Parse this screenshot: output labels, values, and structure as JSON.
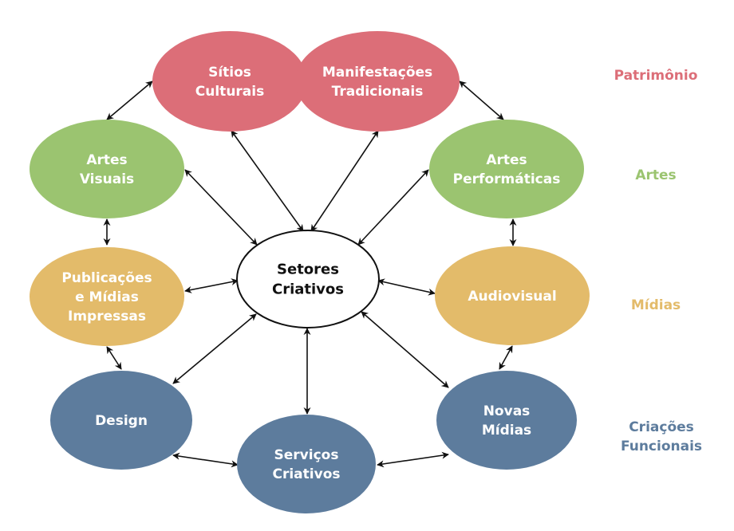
{
  "colors": {
    "patrimonio": "#dc6e78",
    "artes": "#9bc470",
    "midias": "#e3bb6a",
    "criacoes": "#5d7c9d",
    "center_stroke": "#111111",
    "text_light": "#ffffff",
    "text_dark": "#111111"
  },
  "center": {
    "id": "setores",
    "lines": [
      "Setores",
      "Criativos"
    ]
  },
  "nodes": [
    {
      "id": "sitios",
      "category": "patrimonio",
      "lines": [
        "Sítios",
        "Culturais"
      ]
    },
    {
      "id": "manifestacoes",
      "category": "patrimonio",
      "lines": [
        "Manifestações",
        "Tradicionais"
      ]
    },
    {
      "id": "artes-visuais",
      "category": "artes",
      "lines": [
        "Artes",
        "Visuais"
      ]
    },
    {
      "id": "artes-performaticas",
      "category": "artes",
      "lines": [
        "Artes",
        "Performáticas"
      ]
    },
    {
      "id": "publicacoes",
      "category": "midias",
      "lines": [
        "Publicações",
        "e Mídias",
        "Impressas"
      ]
    },
    {
      "id": "audiovisual",
      "category": "midias",
      "lines": [
        "Audiovisual"
      ]
    },
    {
      "id": "design",
      "category": "criacoes",
      "lines": [
        "Design"
      ]
    },
    {
      "id": "servicos",
      "category": "criacoes",
      "lines": [
        "Serviços",
        "Criativos"
      ]
    },
    {
      "id": "novas-midias",
      "category": "criacoes",
      "lines": [
        "Novas",
        "Mídias"
      ]
    }
  ],
  "categories": [
    {
      "id": "patrimonio",
      "lines": [
        "Patrimônio"
      ]
    },
    {
      "id": "artes",
      "lines": [
        "Artes"
      ]
    },
    {
      "id": "midias",
      "lines": [
        "Mídias"
      ]
    },
    {
      "id": "criacoes",
      "lines": [
        "Criações",
        "Funcionais"
      ]
    }
  ],
  "edges": [
    {
      "from": "setores",
      "to": "sitios",
      "bidirectional": true
    },
    {
      "from": "setores",
      "to": "manifestacoes",
      "bidirectional": true
    },
    {
      "from": "setores",
      "to": "artes-visuais",
      "bidirectional": true
    },
    {
      "from": "setores",
      "to": "artes-performaticas",
      "bidirectional": true
    },
    {
      "from": "setores",
      "to": "publicacoes",
      "bidirectional": true
    },
    {
      "from": "setores",
      "to": "audiovisual",
      "bidirectional": true
    },
    {
      "from": "setores",
      "to": "design",
      "bidirectional": true
    },
    {
      "from": "setores",
      "to": "servicos",
      "bidirectional": true
    },
    {
      "from": "setores",
      "to": "novas-midias",
      "bidirectional": true
    },
    {
      "from": "artes-visuais",
      "to": "sitios",
      "bidirectional": true
    },
    {
      "from": "manifestacoes",
      "to": "artes-performaticas",
      "bidirectional": true
    },
    {
      "from": "artes-visuais",
      "to": "publicacoes",
      "bidirectional": true
    },
    {
      "from": "artes-performaticas",
      "to": "audiovisual",
      "bidirectional": true
    },
    {
      "from": "publicacoes",
      "to": "design",
      "bidirectional": true
    },
    {
      "from": "audiovisual",
      "to": "novas-midias",
      "bidirectional": true
    },
    {
      "from": "design",
      "to": "servicos",
      "bidirectional": true
    },
    {
      "from": "servicos",
      "to": "novas-midias",
      "bidirectional": true
    }
  ]
}
